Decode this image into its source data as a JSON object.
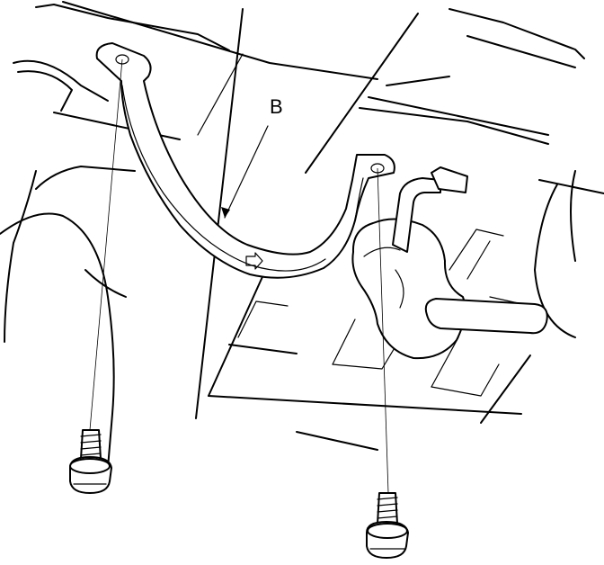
{
  "diagram": {
    "callouts": [
      {
        "id": "B",
        "label": "B"
      }
    ],
    "parts": [
      "bracket-B",
      "bolt-left",
      "bolt-right",
      "rubber-mount",
      "stabilizer-bar",
      "frame-member"
    ]
  }
}
